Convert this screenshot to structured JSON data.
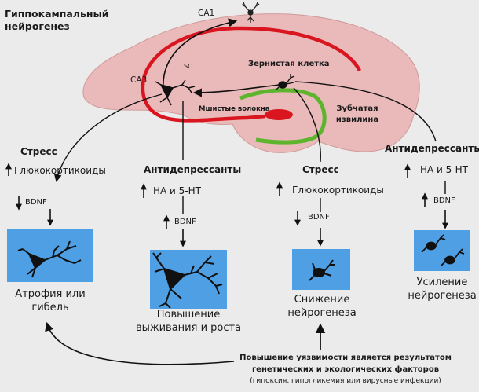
{
  "title_line1": "Гиппокампальный",
  "title_line2": "нейрогенез",
  "hippocampus": {
    "ca1": "CA1",
    "ca3": "CA3",
    "sc": "SC",
    "granule_cell": "Зернистая клетка",
    "mossy_fibers": "Мшистые волокна",
    "dentate_line1": "Зубчатая",
    "dentate_line2": "извилина"
  },
  "pathways": [
    {
      "heading": "Стресс",
      "factor": "Глюкокортикоиды",
      "bdnf": "BDNF",
      "outcome_line1": "Атрофия или",
      "outcome_line2": "гибель"
    },
    {
      "heading": "Антидепрессанты",
      "factor": "НА и 5-НТ",
      "bdnf": "BDNF",
      "outcome_line1": "Повышение",
      "outcome_line2": "выживания и роста"
    },
    {
      "heading": "Стресс",
      "factor": "Глюкокортикоиды",
      "bdnf": "BDNF",
      "outcome_line1": "Снижение",
      "outcome_line2": "нейрогенеза"
    },
    {
      "heading": "Антидепрессанты",
      "factor": "НА и 5-НТ",
      "bdnf": "BDNF",
      "outcome_line1": "Усиление",
      "outcome_line2": "нейрогенеза"
    }
  ],
  "vulnerability": {
    "line1": "Повышение уязвимости является результатом",
    "line2": "генетических и экологических факторов",
    "line3": "(гипоксия, гипогликемия или вирусные инфекции)"
  },
  "colors": {
    "background": "#ebebeb",
    "hippocampus_fill": "#eab9b9",
    "pathway_red": "#d9151f",
    "dentate_green": "#5cb52c",
    "neuron_box": "#4f9fe4"
  }
}
